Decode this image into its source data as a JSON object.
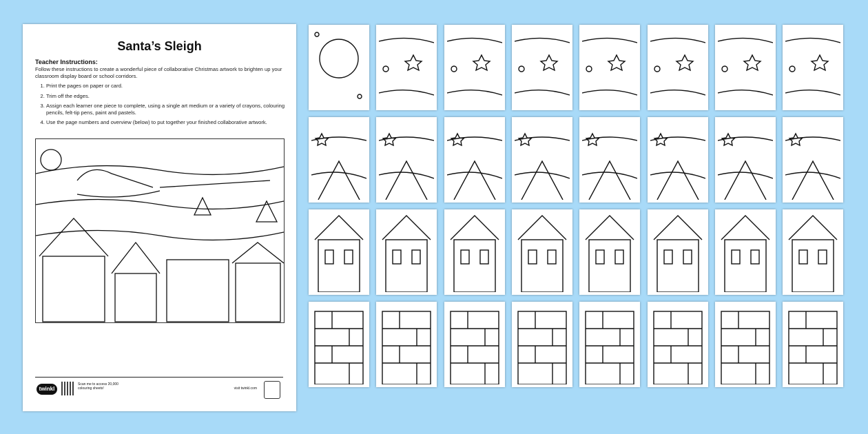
{
  "page": {
    "title": "Santa’s Sleigh",
    "instructions_heading": "Teacher Instructions:",
    "intro": "Follow these instructions to create a wonderful piece of collaborative Christmas artwork to brighten up your classroom display board or school corridors.",
    "steps": [
      "Print the pages on paper or card.",
      "Trim off the edges.",
      "Assign each learner one piece to complete, using a single art medium or a variety of crayons, colouring pencils, felt-tip pens, paint and pastels.",
      "Use the page numbers and overview (below) to put together your finished collaborative artwork."
    ],
    "footer": {
      "logo": "twinkl",
      "scan_text": "Scan me to access 20,000 colouring sheets!",
      "visit_text": "visit twinkl.com"
    }
  },
  "tiles": {
    "rows": 4,
    "columns": 8
  },
  "colors": {
    "background": "#a8daf8",
    "paper": "#ffffff",
    "line": "#111111"
  }
}
